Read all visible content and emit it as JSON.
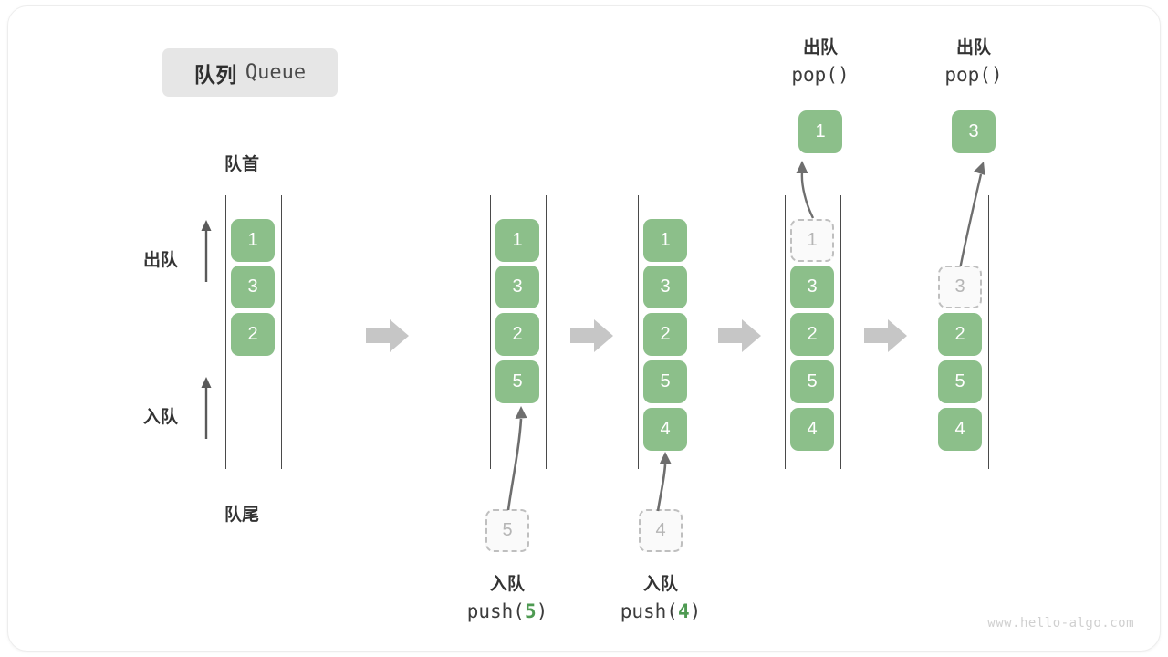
{
  "title": {
    "cn": "队列",
    "en": "Queue"
  },
  "labels": {
    "head": "队首",
    "tail": "队尾",
    "dequeue": "出队",
    "enqueue": "入队"
  },
  "watermark": "www.hello-algo.com",
  "colors": {
    "cell_fill": "#8cbf8a",
    "cell_text": "#ffffff",
    "ghost_fill": "#fafafa",
    "ghost_border": "#bfbfbf",
    "ghost_text": "#b5b5b5",
    "rail": "#4a4a4a",
    "arrow": "#6e6e6e",
    "stage_arrow": "#c6c6c6",
    "badge_bg": "#e6e6e6",
    "accent_green": "#4e9a52"
  },
  "stages": [
    {
      "name": "initial",
      "cells": [
        {
          "value": "1",
          "state": "filled"
        },
        {
          "value": "3",
          "state": "filled"
        },
        {
          "value": "2",
          "state": "filled"
        }
      ],
      "ghost_below": null,
      "popped": null,
      "caption": null
    },
    {
      "name": "push-5",
      "cells": [
        {
          "value": "1",
          "state": "filled"
        },
        {
          "value": "3",
          "state": "filled"
        },
        {
          "value": "2",
          "state": "filled"
        },
        {
          "value": "5",
          "state": "filled"
        }
      ],
      "ghost_below": {
        "value": "5"
      },
      "popped": null,
      "caption": {
        "cn": "入队",
        "code_prefix": "push(",
        "code_num": "5",
        "code_suffix": ")"
      }
    },
    {
      "name": "push-4",
      "cells": [
        {
          "value": "1",
          "state": "filled"
        },
        {
          "value": "3",
          "state": "filled"
        },
        {
          "value": "2",
          "state": "filled"
        },
        {
          "value": "5",
          "state": "filled"
        },
        {
          "value": "4",
          "state": "filled"
        }
      ],
      "ghost_below": {
        "value": "4"
      },
      "popped": null,
      "caption": {
        "cn": "入队",
        "code_prefix": "push(",
        "code_num": "4",
        "code_suffix": ")"
      }
    },
    {
      "name": "pop-1",
      "cells": [
        {
          "value": "1",
          "state": "ghost"
        },
        {
          "value": "3",
          "state": "filled"
        },
        {
          "value": "2",
          "state": "filled"
        },
        {
          "value": "5",
          "state": "filled"
        },
        {
          "value": "4",
          "state": "filled"
        }
      ],
      "ghost_below": null,
      "popped": {
        "value": "1",
        "cn": "出队",
        "code": "pop()"
      },
      "caption": null
    },
    {
      "name": "pop-3",
      "cells": [
        {
          "value": "",
          "state": "empty"
        },
        {
          "value": "3",
          "state": "ghost"
        },
        {
          "value": "2",
          "state": "filled"
        },
        {
          "value": "5",
          "state": "filled"
        },
        {
          "value": "4",
          "state": "filled"
        }
      ],
      "ghost_below": null,
      "popped": {
        "value": "3",
        "cn": "出队",
        "code": "pop()"
      },
      "caption": null
    }
  ]
}
